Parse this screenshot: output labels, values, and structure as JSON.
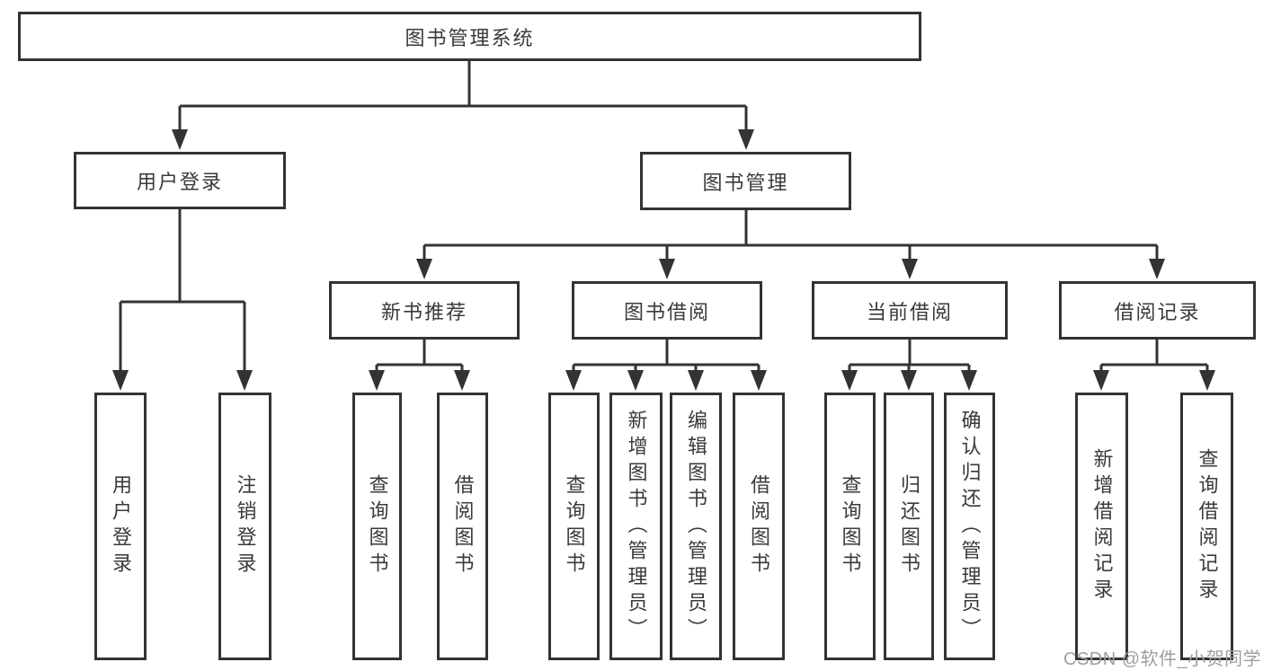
{
  "diagram_title": "图书管理系统",
  "tree": {
    "root": {
      "label": "图书管理系统",
      "children": [
        {
          "label": "用户登录",
          "children": [
            {
              "label": "用户登录"
            },
            {
              "label": "注销登录"
            }
          ]
        },
        {
          "label": "图书管理",
          "children": [
            {
              "label": "新书推荐",
              "children": [
                {
                  "label": "查询图书"
                },
                {
                  "label": "借阅图书"
                }
              ]
            },
            {
              "label": "图书借阅",
              "children": [
                {
                  "label": "查询图书"
                },
                {
                  "label": "新增图书（管理员）"
                },
                {
                  "label": "编辑图书（管理员）"
                },
                {
                  "label": "借阅图书"
                }
              ]
            },
            {
              "label": "当前借阅",
              "children": [
                {
                  "label": "查询图书"
                },
                {
                  "label": "归还图书"
                },
                {
                  "label": "确认归还（管理员）"
                }
              ]
            },
            {
              "label": "借阅记录",
              "children": [
                {
                  "label": "新增借阅记录"
                },
                {
                  "label": "查询借阅记录"
                }
              ]
            }
          ]
        }
      ]
    }
  },
  "watermark": {
    "text": "CSDN @软件_小贺同学"
  },
  "colors": {
    "line": "#333333",
    "box_border": "#333333",
    "text": "#3a3a3a",
    "watermark": "#9e9e9e",
    "background": "#ffffff"
  }
}
